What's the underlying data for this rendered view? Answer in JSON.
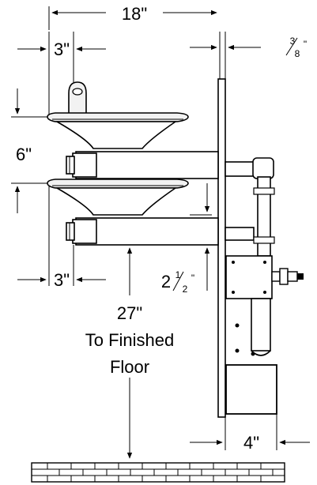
{
  "dimensions": {
    "overall_depth": "18\"",
    "spout_offset": "3\"",
    "wall_plate_top": {
      "num": "3",
      "den": "8",
      "suffix": "\""
    },
    "bowl_spacing": "6\"",
    "lower_offset": "3\"",
    "bowl_drop": {
      "whole": "2",
      "num": "1",
      "den": "2",
      "suffix": "\""
    },
    "floor_height": "27\"",
    "floor_label_line1": "To Finished",
    "floor_label_line2": "Floor",
    "bottom_depth": "4\""
  },
  "colors": {
    "line": "#000000",
    "background": "#ffffff",
    "fill_light": "#f2f2f2",
    "fill_dark": "#1a1a1a"
  }
}
